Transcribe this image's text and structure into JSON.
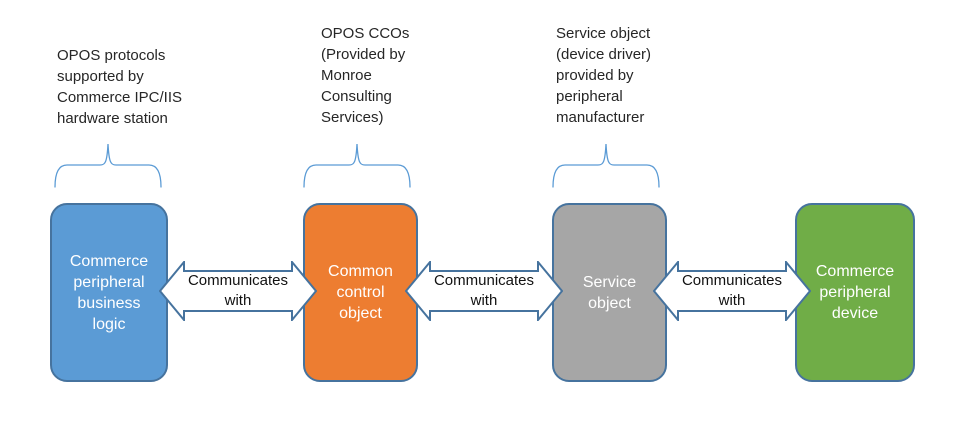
{
  "diagram": {
    "annotations": [
      {
        "text": "OPOS protocols\nsupported by\nCommerce IPC/IIS\nhardware station"
      },
      {
        "text": "OPOS CCOs\n(Provided by\nMonroe\nConsulting\nServices)"
      },
      {
        "text": "Service object\n(device driver)\nprovided by\nperipheral\nmanufacturer"
      }
    ],
    "boxes": [
      {
        "label": "Commerce\nperipheral\nbusiness\nlogic",
        "fill": "#5B9BD5"
      },
      {
        "label": "Common\ncontrol\nobject",
        "fill": "#ED7D31"
      },
      {
        "label": "Service\nobject",
        "fill": "#A6A6A6"
      },
      {
        "label": "Commerce\nperipheral\ndevice",
        "fill": "#70AD47"
      }
    ],
    "connectors": [
      {
        "label": "Communicates\nwith"
      },
      {
        "label": "Communicates\nwith"
      },
      {
        "label": "Communicates\nwith"
      }
    ],
    "colors": {
      "box_border": "#46739E",
      "box_text": "#FFFFFF",
      "brace": "#5B9BD5",
      "arrow_fill": "#FFFFFF",
      "arrow_border": "#46739E",
      "annotation_text": "#262626",
      "background": "#FFFFFF"
    }
  }
}
